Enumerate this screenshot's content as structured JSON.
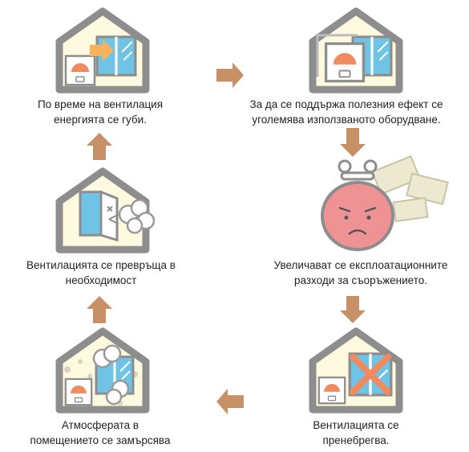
{
  "colors": {
    "house_wall": "#8d8d8d",
    "house_fill": "#fff9df",
    "window_glass": "#6fc3e4",
    "arrow": "#c89066",
    "heater": "#f08a60",
    "stain": "#d4ccb8",
    "face": "#ef9294"
  },
  "steps": [
    {
      "id": "energy-lost",
      "lines": [
        "По време на вентилация",
        "енергията се губи."
      ]
    },
    {
      "id": "more-equipment",
      "lines": [
        "За да се поддържа полезния ефект се",
        "уголемява използваното оборудване."
      ]
    },
    {
      "id": "costs-rise",
      "lines": [
        "Увеличават се експлоатационните",
        "разходи за съоръжението."
      ]
    },
    {
      "id": "ventilation-neglected",
      "lines": [
        "Вентилацията се",
        "пренебрегва."
      ]
    },
    {
      "id": "air-polluted",
      "lines": [
        "Атмосферата в",
        "помещението се замърсява"
      ]
    },
    {
      "id": "ventilation-needed",
      "lines": [
        "Вентилацията се превръща в",
        "необходимост"
      ]
    }
  ]
}
